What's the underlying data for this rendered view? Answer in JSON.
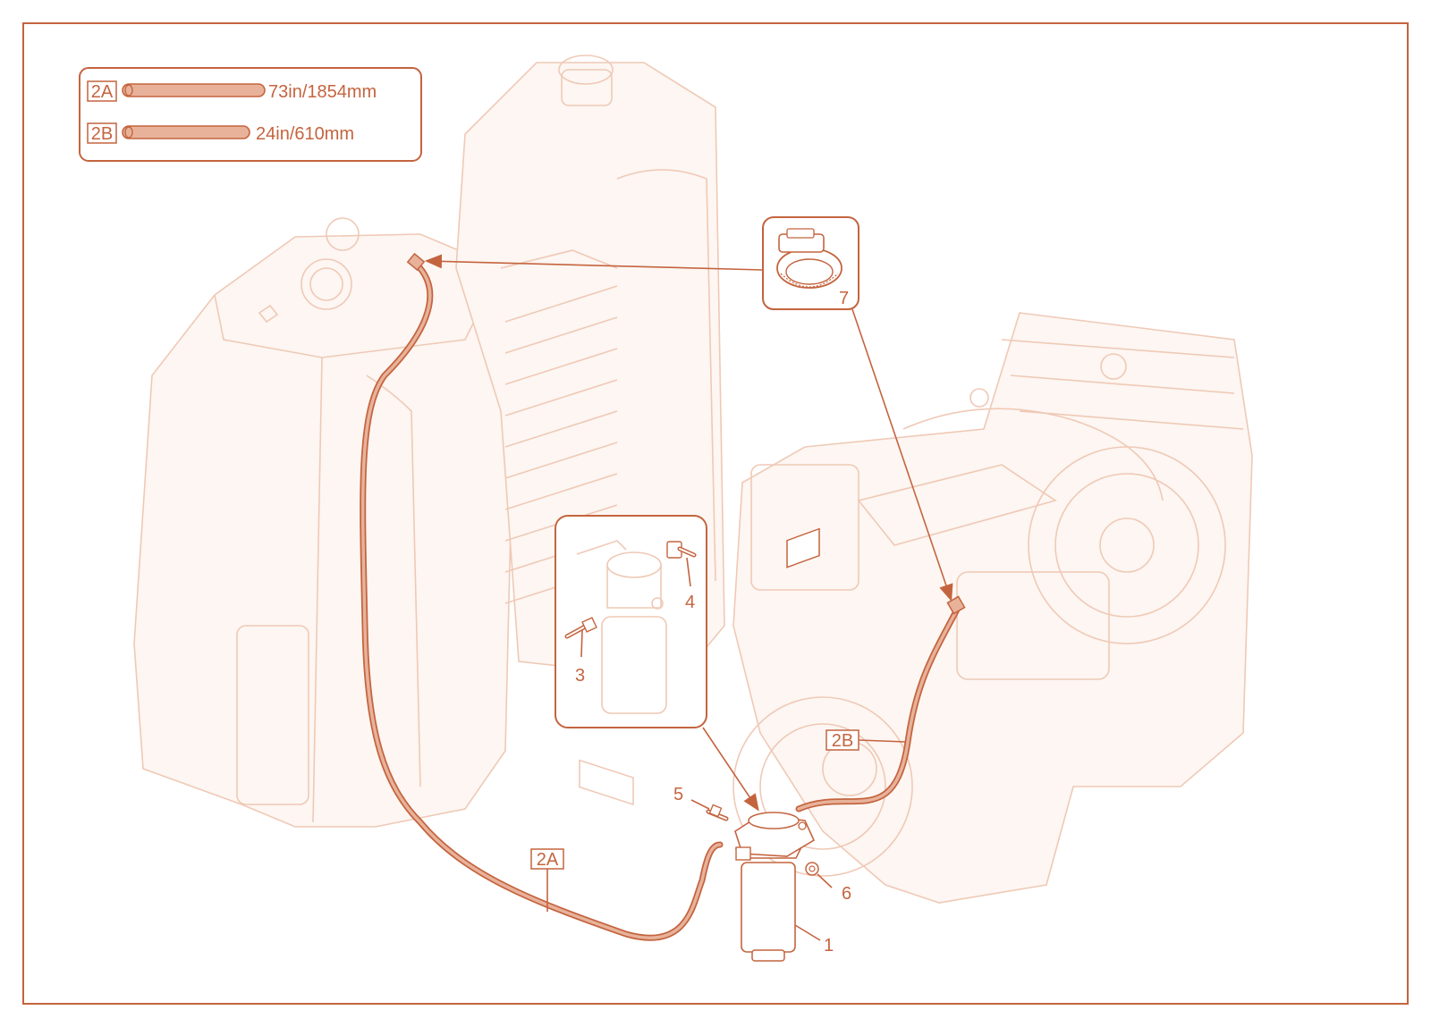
{
  "legend": {
    "items": [
      {
        "tag": "2A",
        "length": "73in/1854mm"
      },
      {
        "tag": "2B",
        "length": "24in/610mm"
      }
    ]
  },
  "callouts": {
    "hose_2a": "2A",
    "hose_2b": "2B",
    "part_1": "1",
    "part_3": "3",
    "part_4": "4",
    "part_5": "5",
    "part_6": "6",
    "part_7": "7"
  },
  "colors": {
    "accent": "#c4643f",
    "hose_fill": "#e8b29a",
    "ghost": "#efc9b6"
  }
}
